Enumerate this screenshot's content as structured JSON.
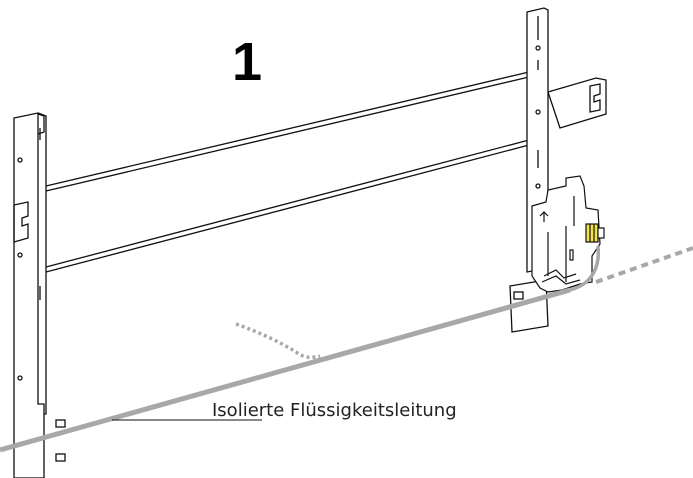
{
  "step": {
    "number": "1"
  },
  "callout": {
    "label": "Isolierte Flüssigkeitsleitung"
  },
  "colors": {
    "line": "#111111",
    "pipe": "#a8a8a8",
    "dashed_pipe": "#a8a8a8",
    "fitting": "#f2e34a"
  },
  "icons": {
    "bracket": "hook-bracket",
    "connector": "pipe-connector"
  }
}
